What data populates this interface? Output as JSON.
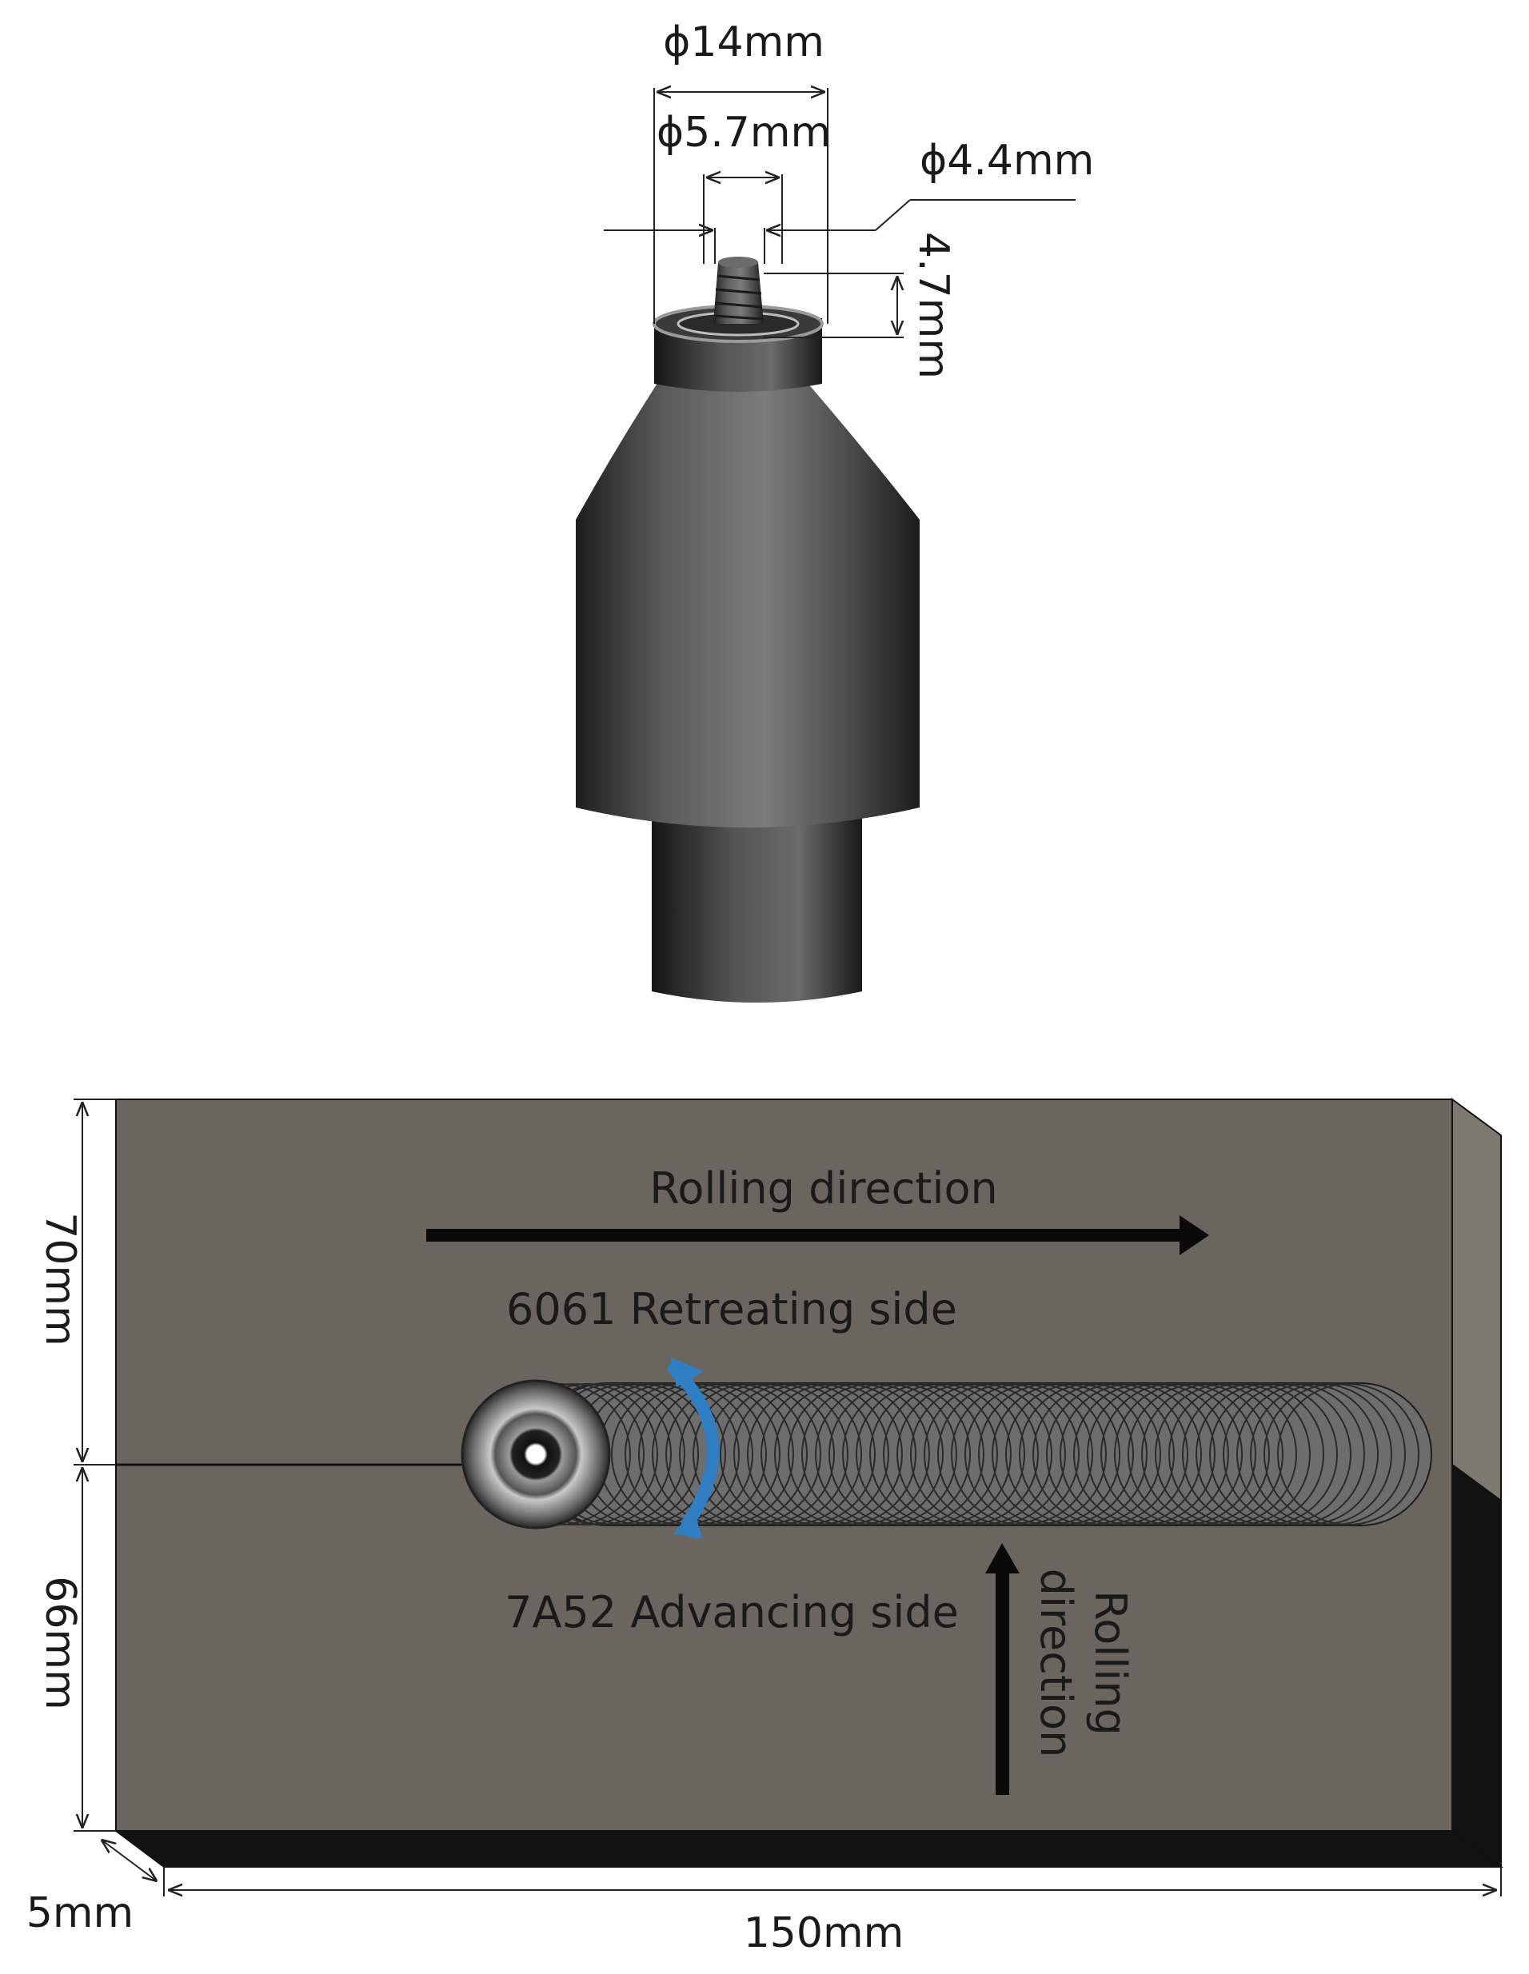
{
  "tool": {
    "shoulder_diameter": "ϕ14mm",
    "pin_root_diameter": "ϕ5.7mm",
    "pin_tip_diameter": "ϕ4.4mm",
    "pin_length": "4.7mm"
  },
  "plate": {
    "rolling_direction_top": "Rolling direction",
    "retreating_side": "6061 Retreating side",
    "advancing_side": "7A52 Advancing side",
    "rolling_direction_side_line1": "Rolling",
    "rolling_direction_side_line2": "direction",
    "height_upper": "70mm",
    "height_lower": "66mm",
    "thickness": "5mm",
    "length": "150mm"
  },
  "colors": {
    "plate_top": "#6b6560",
    "plate_side": "#121212",
    "rotation_arrow": "#2f7fc4",
    "arrow": "#0a0a0a"
  }
}
